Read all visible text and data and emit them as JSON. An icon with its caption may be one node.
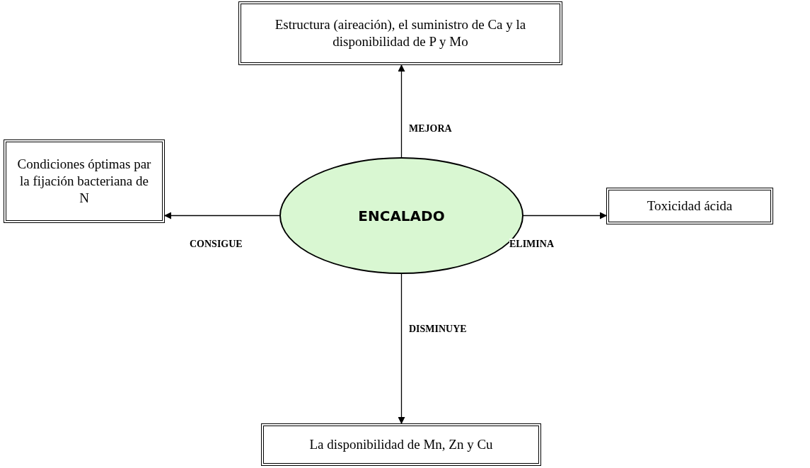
{
  "diagram": {
    "nodes": [
      {
        "text": [
          "ENCALADO"
        ]
      },
      {
        "text": [
          "Estructura (aireación), el suministro de Ca y la disponibilidad de P y Mo"
        ]
      },
      {
        "text": [
          "Condiciones óptimas par la fijación bacteriana de N"
        ]
      },
      {
        "text": [
          "Toxicidad ácida"
        ]
      },
      {
        "text": [
          "La disponibilidad de Mn, Zn y Cu"
        ]
      }
    ],
    "edges": [
      {
        "from": 0,
        "to": 1,
        "arrow": "to",
        "label": "MEJORA"
      },
      {
        "from": 0,
        "to": 2,
        "arrow": "to",
        "label": "CONSIGUE"
      },
      {
        "from": 0,
        "to": 3,
        "arrow": "to",
        "label": "ELIMINA"
      },
      {
        "from": 0,
        "to": 4,
        "arrow": "to",
        "label": "DISMINUYE"
      }
    ]
  }
}
